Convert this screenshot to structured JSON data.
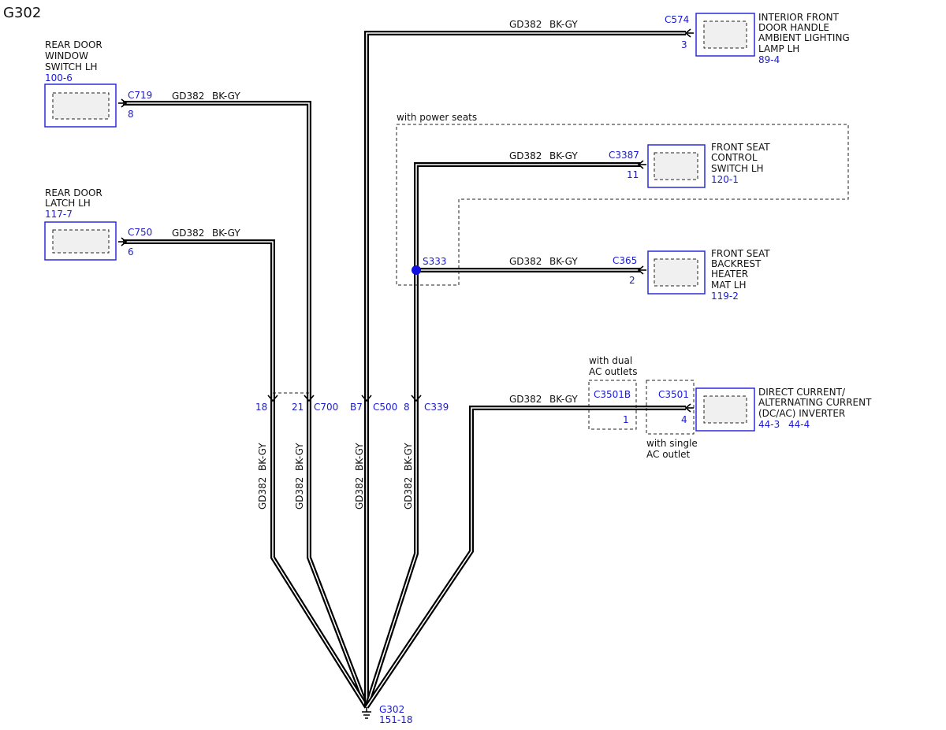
{
  "title": "G302",
  "wire": {
    "circuit": "GD382",
    "color": "BK-GY"
  },
  "components": {
    "rear_window_switch": {
      "name": [
        "REAR DOOR",
        "WINDOW",
        "SWITCH LH"
      ],
      "ref": "100-6",
      "connector": "C719",
      "pin": "8"
    },
    "rear_door_latch": {
      "name": [
        "REAR DOOR",
        "LATCH LH"
      ],
      "ref": "117-7",
      "connector": "C750",
      "pin": "6"
    },
    "ambient_lamp": {
      "name": [
        "INTERIOR FRONT",
        "DOOR HANDLE",
        "AMBIENT LIGHTING",
        "LAMP LH"
      ],
      "ref": "89-4",
      "connector": "C574",
      "pin": "3"
    },
    "seat_control_switch": {
      "name": [
        "FRONT SEAT",
        "CONTROL",
        "SWITCH LH"
      ],
      "ref": "120-1",
      "connector": "C3387",
      "pin": "11"
    },
    "backrest_heater": {
      "name": [
        "FRONT SEAT",
        "BACKREST",
        "HEATER",
        "MAT LH"
      ],
      "ref": "119-2",
      "connector": "C365",
      "pin": "2"
    },
    "inverter": {
      "name": [
        "DIRECT CURRENT/",
        "ALTERNATING CURRENT",
        "(DC/AC) INVERTER"
      ],
      "ref1": "44-3",
      "ref2": "44-4",
      "connector_single": "C3501",
      "pin_single": "4",
      "connector_dual": "C3501B",
      "pin_dual": "1"
    }
  },
  "options": {
    "power_seats": "with power seats",
    "dual_ac": [
      "with dual",
      "AC outlets"
    ],
    "single_ac": [
      "with single",
      "AC outlet"
    ]
  },
  "splice": {
    "label": "S333"
  },
  "inline": {
    "c700": {
      "label": "C700",
      "pin_a": "18",
      "pin_b": "21"
    },
    "c500": {
      "label": "C500",
      "pin": "B7"
    },
    "c339": {
      "label": "C339",
      "pin": "8"
    }
  },
  "ground": {
    "label": "G302",
    "ref": "151-18"
  }
}
